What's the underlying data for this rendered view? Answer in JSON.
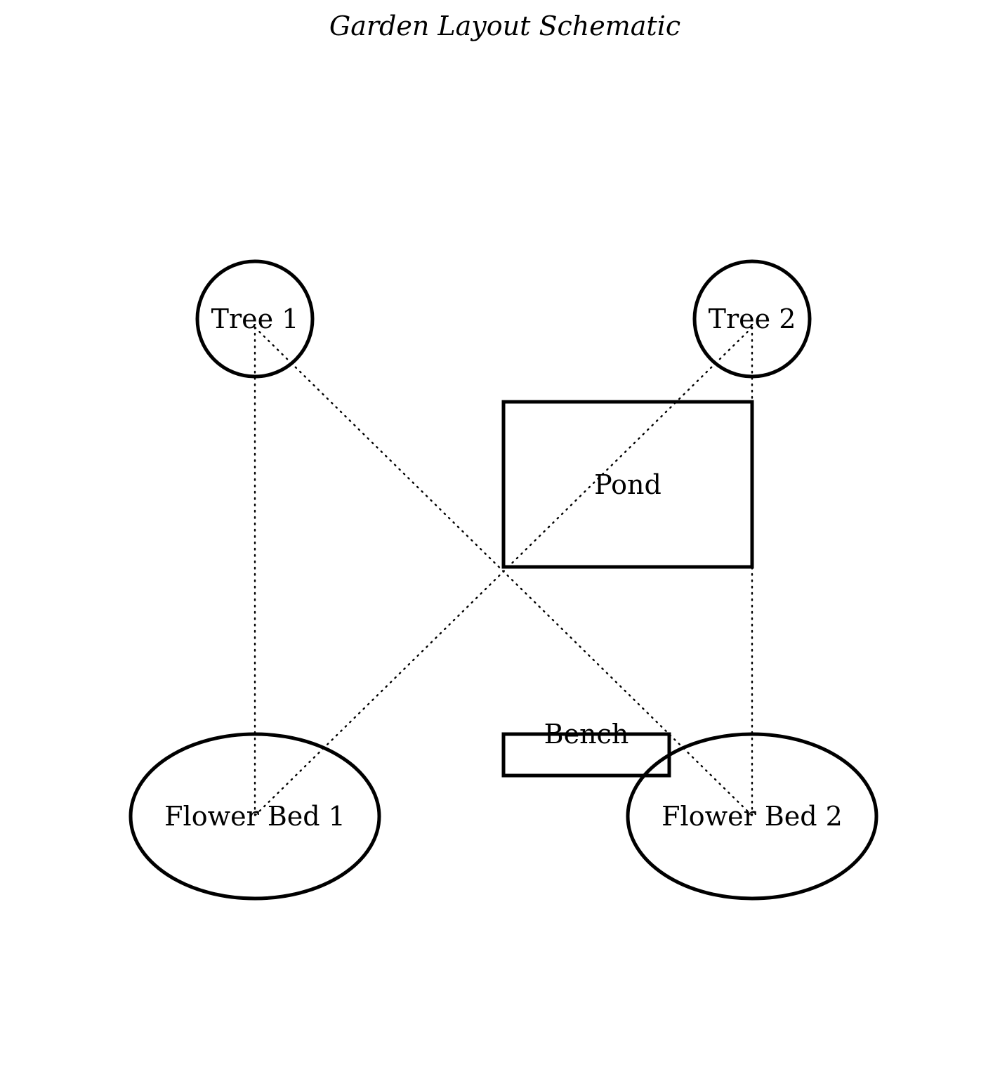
{
  "title": "Garden Layout Schematic",
  "elements": {
    "tree1": {
      "label": "Tree 1",
      "shape": "circle"
    },
    "tree2": {
      "label": "Tree 2",
      "shape": "circle"
    },
    "pond": {
      "label": "Pond",
      "shape": "rectangle"
    },
    "bench": {
      "label": "Bench",
      "shape": "rectangle"
    },
    "flower_bed_1": {
      "label": "Flower Bed 1",
      "shape": "ellipse"
    },
    "flower_bed_2": {
      "label": "Flower Bed 2",
      "shape": "ellipse"
    }
  },
  "connections": [
    {
      "from": "Tree 1",
      "to": "Flower Bed 1",
      "style": "dotted"
    },
    {
      "from": "Tree 1",
      "to": "Flower Bed 2",
      "style": "dotted"
    },
    {
      "from": "Tree 2",
      "to": "Flower Bed 1",
      "style": "dotted"
    },
    {
      "from": "Tree 2",
      "to": "Flower Bed 2",
      "style": "dotted"
    }
  ],
  "colors": {
    "stroke": "#000000",
    "background": "#ffffff"
  }
}
